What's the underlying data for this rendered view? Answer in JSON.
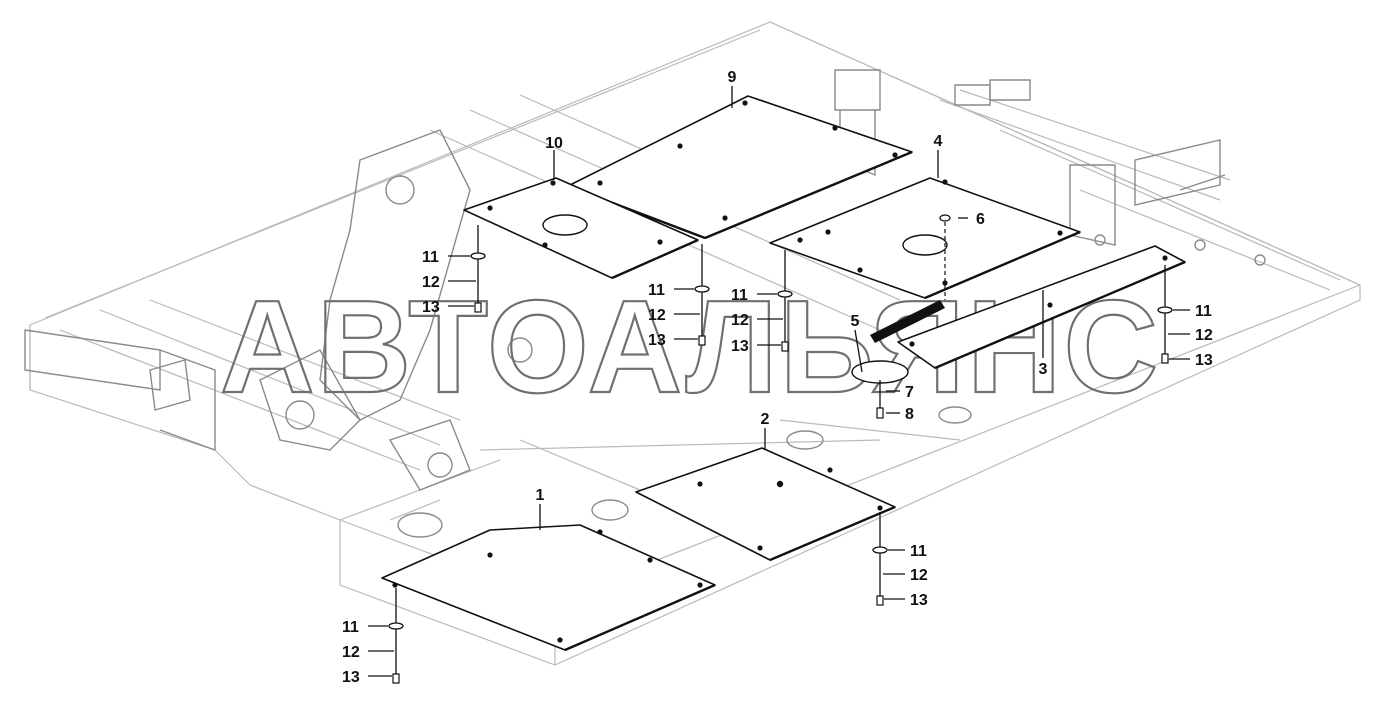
{
  "watermark": "АВТОАЛЬЯНС",
  "callouts": {
    "c1": "1",
    "c2": "2",
    "c3": "3",
    "c4": "4",
    "c5": "5",
    "c6": "6",
    "c7": "7",
    "c8": "8",
    "c9": "9",
    "c10": "10",
    "c11": "11",
    "c12": "12",
    "c13": "13"
  }
}
